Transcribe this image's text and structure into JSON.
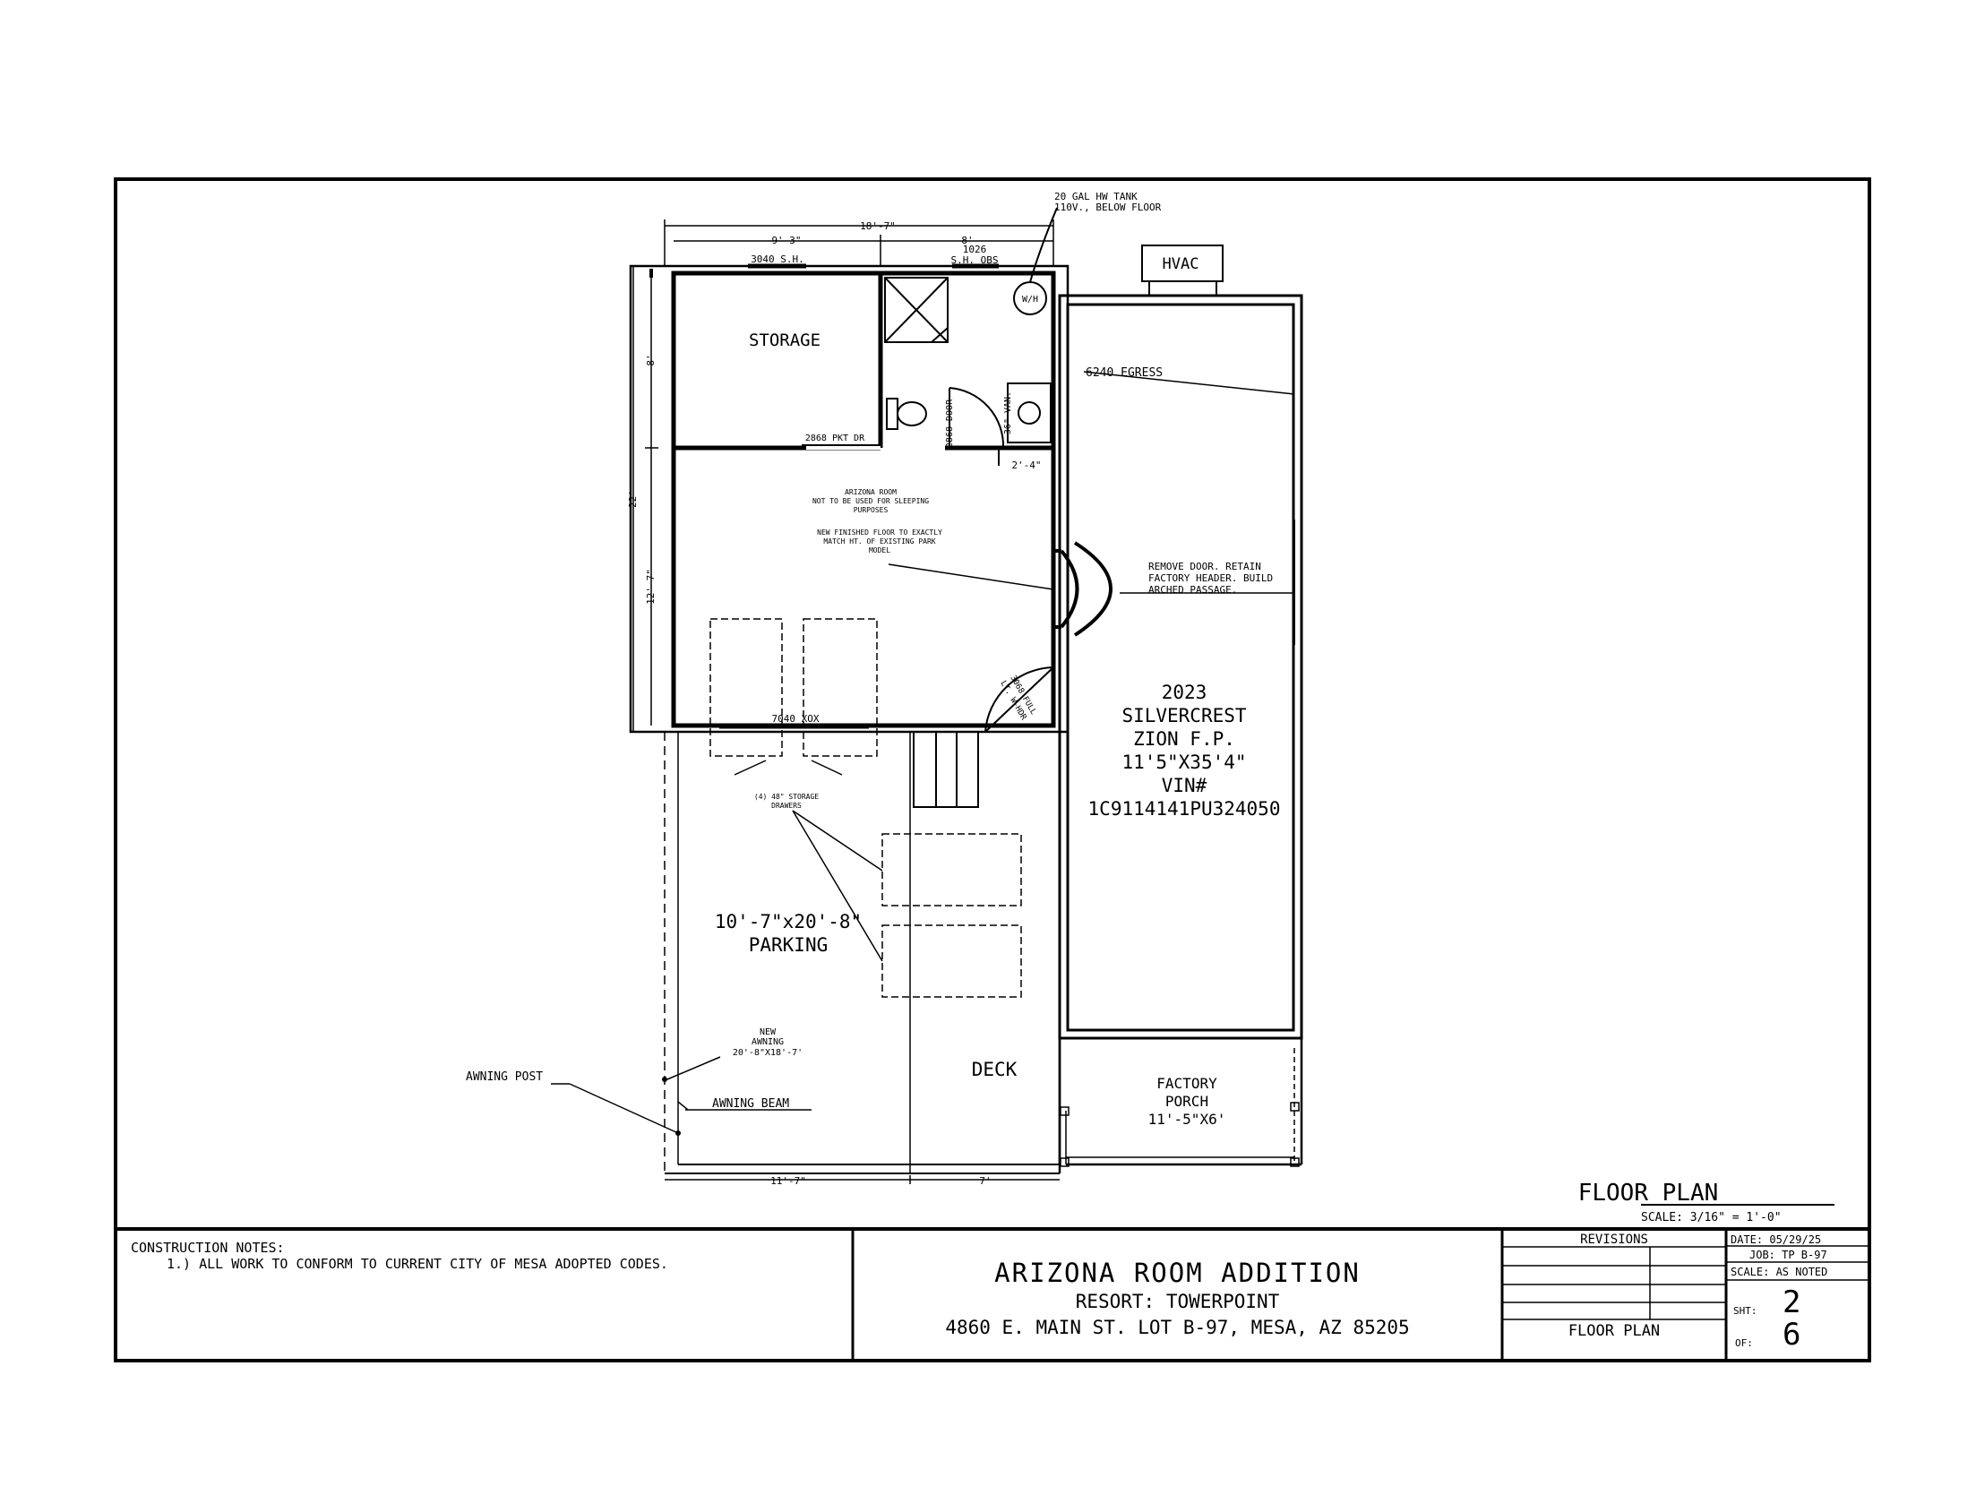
{
  "rooms": {
    "storage": "STORAGE",
    "parking_dims": "10'-7\"x20'-8\"",
    "parking": "PARKING",
    "deck": "DECK",
    "factory_porch_l1": "FACTORY",
    "factory_porch_l2": "PORCH",
    "factory_porch_l3": "11'-5\"X6'",
    "hvac": "HVAC",
    "wh": "W/H"
  },
  "park_model": {
    "year": "2023",
    "make": "SILVERCREST",
    "model": "ZION F.P.",
    "size": "11'5\"X35'4\"",
    "vin_label": "VIN#",
    "vin": "1C9114141PU324050"
  },
  "dimensions": {
    "overall_width": "18'-7\"",
    "left_width": "9'-3\"",
    "right_width": "8'",
    "overall_depth": "22'",
    "storage_depth": "8'",
    "room_depth": "12'-7\"",
    "bottom_left": "11'-7\"",
    "bottom_right": "7'",
    "bath_width": "2'-4\""
  },
  "callouts": {
    "window_1": "3040 S.H.",
    "window_2_l1": "1026",
    "window_2_l2": "S.H. OBS",
    "tank_l1": "20 GAL HW TANK",
    "tank_l2": "110V., BELOW FLOOR",
    "egress": "6240 EGRESS",
    "pocket_door": "2868 PKT DR",
    "door_2868": "2868 DOOR",
    "vanity": "36\" VAN.",
    "arizona_l1": "ARIZONA ROOM",
    "arizona_l2": "NOT TO BE USED FOR SLEEPING",
    "arizona_l3": "PURPOSES",
    "floor_l1": "NEW FINISHED FLOOR TO EXACTLY",
    "floor_l2": "MATCH HT. OF EXISTING PARK",
    "floor_l3": "MODEL",
    "remove_l1": "REMOVE DOOR.  RETAIN",
    "remove_l2": "FACTORY HEADER. BUILD",
    "remove_l3": "ARCHED PASSAGE.",
    "xox": "7040 XOX",
    "full_lite_l1": "3068 FULL",
    "full_lite_l2": "LT. W-HDR",
    "drawers_l1": "(4) 48\" STORAGE",
    "drawers_l2": "DRAWERS",
    "awning_l1": "NEW",
    "awning_l2": "AWNING",
    "awning_l3": "20'-8\"X18'-7'",
    "awning_post": "AWNING POST",
    "awning_beam": "AWNING BEAM"
  },
  "plan_title": "FLOOR PLAN",
  "scale": "SCALE: 3/16\" = 1'-0\"",
  "title_block": {
    "notes_heading": "CONSTRUCTION NOTES:",
    "note_1": "1.)   ALL WORK TO CONFORM TO CURRENT CITY OF MESA ADOPTED CODES.",
    "project_title": "ARIZONA ROOM ADDITION",
    "resort": "RESORT: TOWERPOINT",
    "address": "4860 E. MAIN ST. LOT B-97, MESA, AZ 85205",
    "revisions": "REVISIONS",
    "sheet_name": "FLOOR PLAN",
    "date": "DATE: 05/29/25",
    "job": "JOB: TP B-97",
    "scale": "SCALE: AS NOTED",
    "sht_label": "SHT:",
    "sht": "2",
    "of_label": "OF:",
    "of": "6"
  }
}
